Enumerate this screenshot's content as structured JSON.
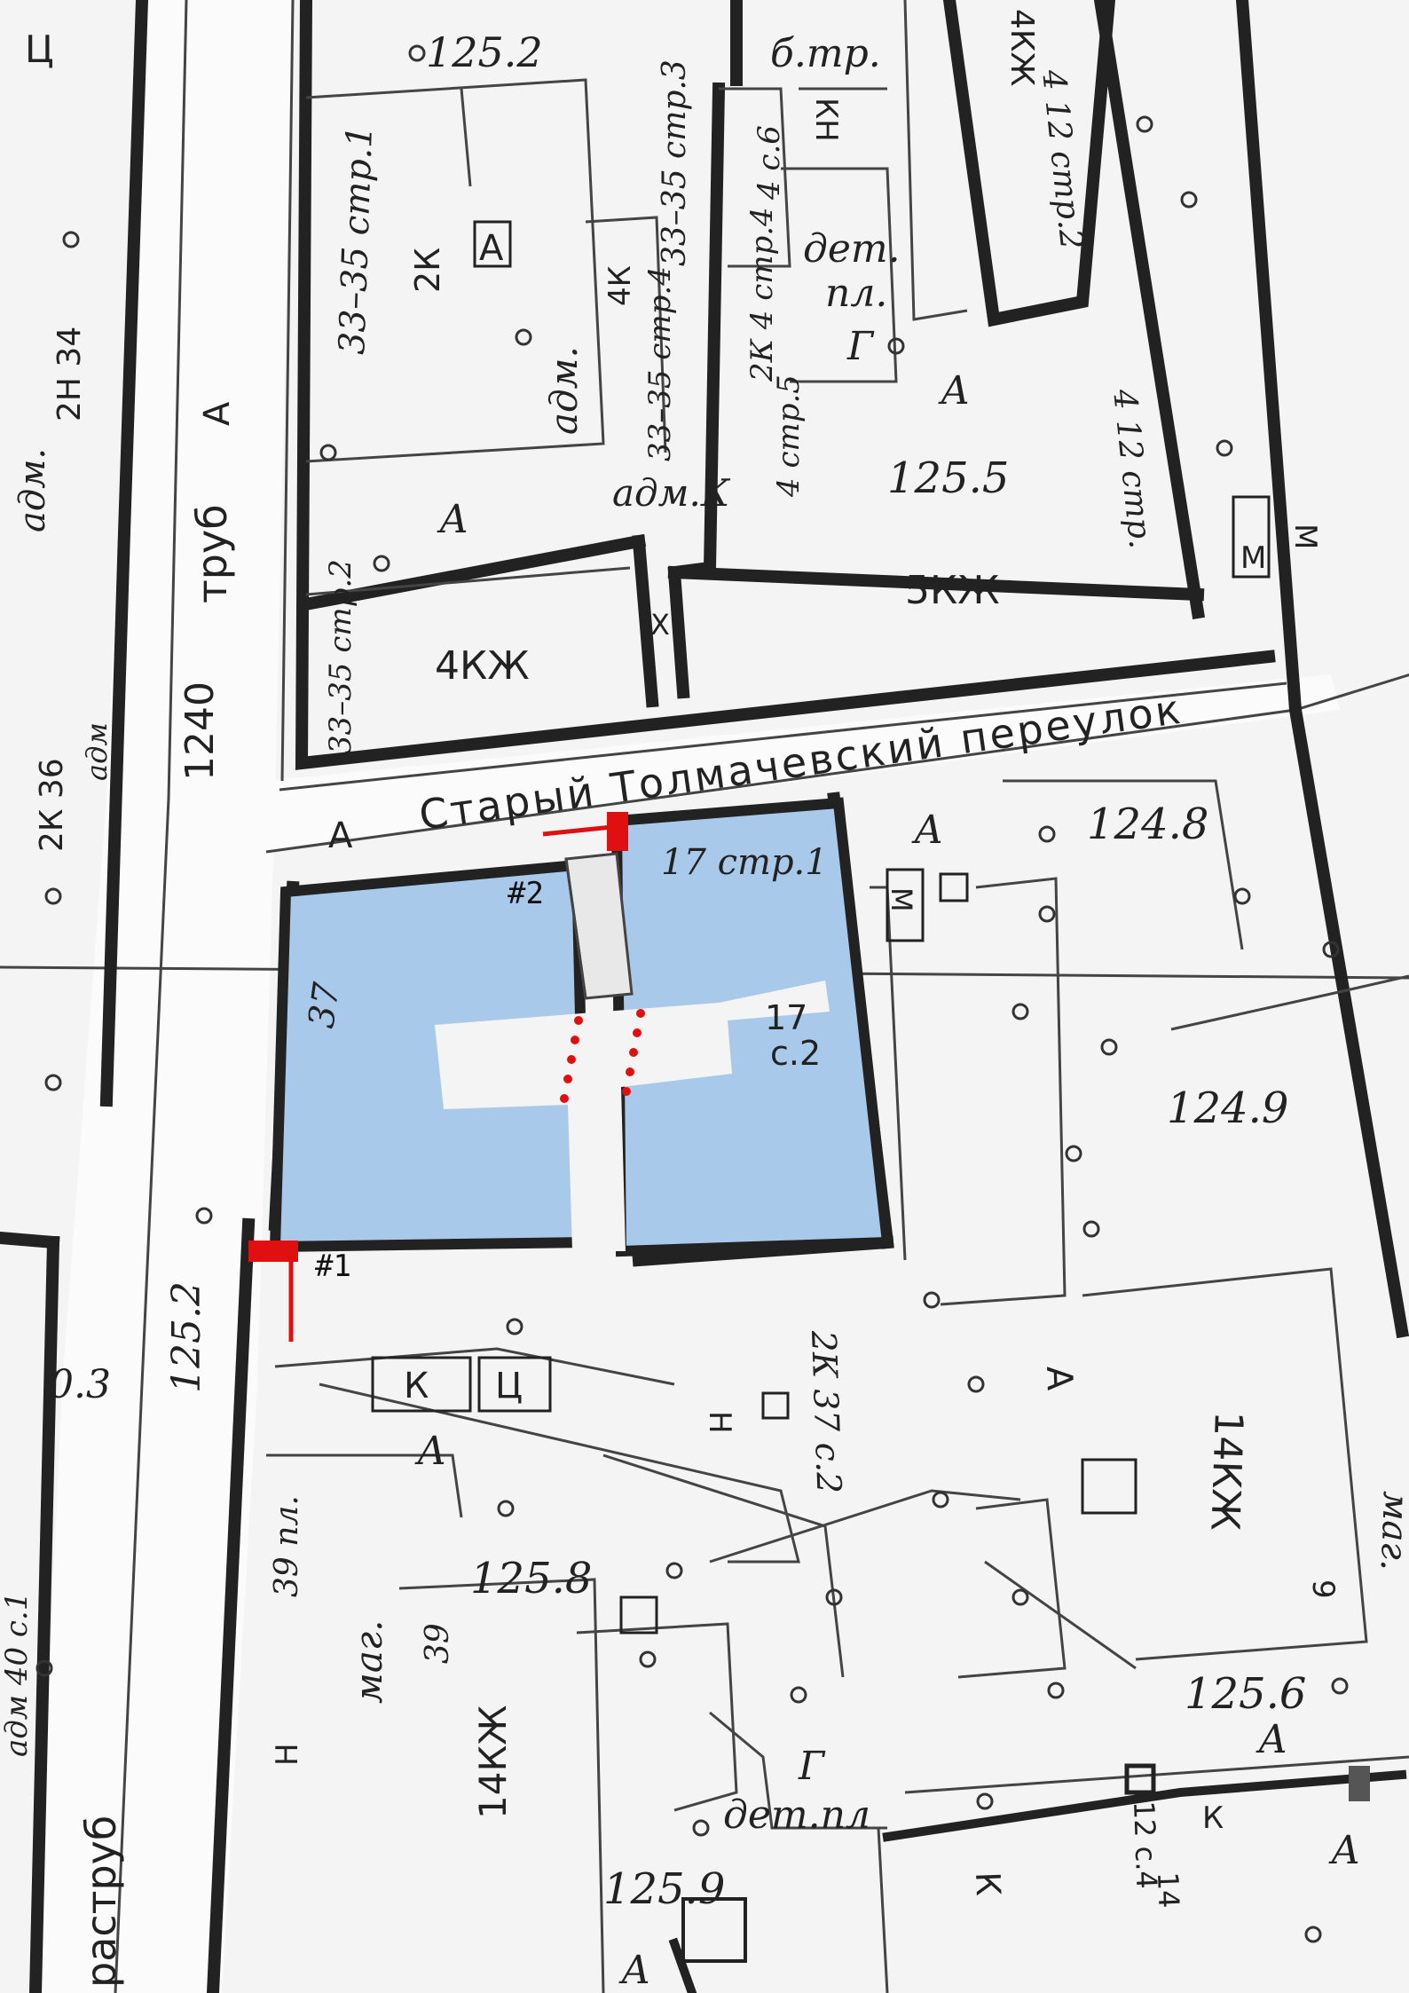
{
  "colors": {
    "paper": "#f4f4f4",
    "site_fill": "#a9c9ea",
    "marker_red": "#e01010",
    "line": "#222222"
  },
  "street": {
    "name": "Старый Толмачевский переулок"
  },
  "markers": {
    "m1": "#1",
    "m2": "#2"
  },
  "labels": {
    "l_125_2_top": "125.2",
    "l_btr": "б.тр.",
    "l_33_35_str3": "33–35 стр.3",
    "l_4kzh_top": "4КЖ",
    "l_4_12_str2": "4  12 стр.2",
    "l_33_35_str1": "33–35 стр.1",
    "l_2k_a": "2К",
    "l_a_box": "А",
    "l_4k": "4К",
    "l_4s6": "4 с.6",
    "l_kn": "КН",
    "l_det": "дет.",
    "l_pl": "пл.",
    "l_g1": "Г",
    "l_2k_4str4": "2К 4 стр.4",
    "l_adm1": "адм.",
    "l_33_35_str4": "33–35 стр.4",
    "l_4str5": "4 стр.5",
    "l_a1": "А",
    "l_125_5": "125.5",
    "l_4_12_str": "4  12 стр.",
    "l_adm_k": "адм.К",
    "l_a2": "А",
    "l_5kzh": "5КЖ",
    "l_m1": "М",
    "l_m2": "М",
    "l_33_35_str2": "33–35 стр.2",
    "l_4kzh": "4КЖ",
    "l_x": "Х",
    "l_adm_left": "адм.",
    "l_2n34": "2Н 34",
    "l_trub": "труб",
    "l_a_left": "А",
    "l_1240": "1240",
    "l_2k36": "2К 36",
    "l_adm_left2": "адм",
    "l_a_street": "А",
    "l_17str1": "17 стр.1",
    "l_a3": "А",
    "l_m3": "М",
    "l_124_8": "124.8",
    "l_37": "37",
    "l_17": "17",
    "l_s2": "с.2",
    "l_124_9": "124.9",
    "l_125_2": "125.2",
    "l_0_3": "0.3",
    "l_k1": "К",
    "l_ts": "Ц",
    "l_a4": "А",
    "l_n1": "Н",
    "l_2k_37s2": "2К 37 с.2",
    "l_a5": "А",
    "l_14kzh_r": "14КЖ",
    "l_mag_r": "маг.",
    "l_9": "9",
    "l_39pl": "39 пл.",
    "l_125_8": "125.8",
    "l_adm40": "адм 40 с.1",
    "l_39": "39",
    "l_mag": "маг.",
    "l_14kzh": "14КЖ",
    "l_n2": "Н",
    "l_rastrub": "раструб",
    "l_125_6": "125.6",
    "l_a6": "А",
    "l_g2": "Г",
    "l_detpl": "дет.пл",
    "l_12s4": "12 с.4",
    "l_14": "14",
    "l_k2": "К",
    "l_125_9": "125.9",
    "l_k3": "К",
    "l_a7": "А",
    "l_a8": "А",
    "l_ts_top": "Ц"
  }
}
